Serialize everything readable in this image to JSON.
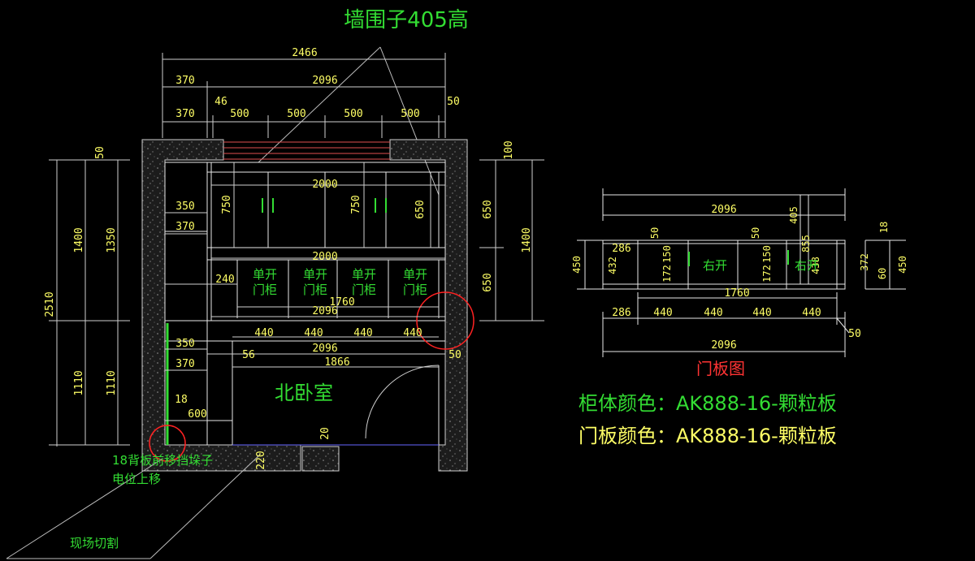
{
  "colors": {
    "background": "#000000",
    "dimension_text": "#ffff66",
    "dimension_line": "#cfcfcf",
    "label_green": "#33dd33",
    "title_red": "#ff3333",
    "wall_fill": "#2b2b2b",
    "note_red_circle": "#ff2222"
  },
  "header_note": "墙围子405高",
  "plan_dims": {
    "total_width": "2466",
    "left_wall_a": "370",
    "inner_width_a": "2096",
    "left_wall_b": "370",
    "gap_46": "46",
    "seg1": "500",
    "seg2": "500",
    "seg3": "500",
    "seg4": "500",
    "right_50": "50",
    "left_50": "50",
    "right_100": "100",
    "upper_width": "2000",
    "h750_a": "750",
    "h750_b": "750",
    "h650_inner": "650",
    "h650_right": "650",
    "h650_right_b": "650",
    "w350_a": "350",
    "w370_a": "370",
    "mid_width": "2000",
    "w240": "240",
    "w1760": "1760",
    "w2096_mid": "2096",
    "w440_a": "440",
    "w440_b": "440",
    "w440_c": "440",
    "w440_d": "440",
    "w350_b": "350",
    "w2096_low": "2096",
    "w370_b": "370",
    "w56": "56",
    "w1866": "1866",
    "w50_low": "50",
    "w18": "18",
    "w600": "600",
    "w20": "20",
    "w220": "220",
    "v2510": "2510",
    "v1400_left": "1400",
    "v1350": "1350",
    "v1110_a": "1110",
    "v1110_b": "1110",
    "v1400_right": "1400"
  },
  "door_labels": [
    {
      "l1": "单开",
      "l2": "门柜"
    },
    {
      "l1": "单开",
      "l2": "门柜"
    },
    {
      "l1": "单开",
      "l2": "门柜"
    },
    {
      "l1": "单开",
      "l2": "门柜"
    }
  ],
  "room_name": "北卧室",
  "notes": {
    "back_panel": "18背板前移挡垛子",
    "electric": "电位上移",
    "site_cut": "现场切割"
  },
  "door_panel": {
    "title": "门板图",
    "top_2096": "2096",
    "v405": "405",
    "v855": "855",
    "v50_a": "50",
    "v50_b": "50",
    "w286_top": "286",
    "v432": "432",
    "v172_a": "172",
    "v150_a": "150",
    "v172_b": "172",
    "v150_b": "150",
    "v438": "438",
    "label_right_1": "右开",
    "label_right_2": "右开",
    "v450_left": "450",
    "v18": "18",
    "v372": "372",
    "v60": "60",
    "v450_right": "450",
    "w1760": "1760",
    "w286": "286",
    "w440_a": "440",
    "w440_b": "440",
    "w440_c": "440",
    "w440_d": "440",
    "w50": "50",
    "bottom_2096": "2096"
  },
  "spec": {
    "cabinet_color": "柜体颜色：AK888-16-颗粒板",
    "door_color": "门板颜色：AK888-16-颗粒板"
  }
}
